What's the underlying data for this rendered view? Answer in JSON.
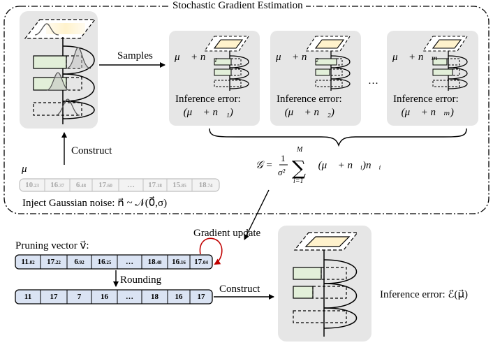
{
  "title": "Stochastic Gradient Estimation",
  "labels": {
    "samples": "Samples",
    "construct_top": "Construct",
    "construct_bottom": "Construct",
    "rounding": "Rounding",
    "gradient_update": "Gradient update",
    "pruning_vector": "Pruning vector v⃗:",
    "mu": "μ⃗",
    "inject": "Inject Gaussian noise: n⃗ ~ 𝒩(0⃗,σ)",
    "ellipsis": "…",
    "final_error": "Inference error: ℰ(μ⃗)"
  },
  "samples": [
    {
      "label": "μ⃗ + n⃗₁",
      "error_title": "Inference error:",
      "error_expr": "ℰ(μ⃗ + n⃗₁)"
    },
    {
      "label": "μ⃗ + n⃗₂",
      "error_title": "Inference error:",
      "error_expr": "ℰ(μ⃗ + n⃗₂)"
    },
    {
      "label": "μ⃗ + n⃗ₘ",
      "error_title": "Inference error:",
      "error_expr": "ℰ(μ⃗ + n⃗ₘ)"
    }
  ],
  "formula": {
    "lhs": "𝒢 =",
    "numerator": "1",
    "denominator": "σ²",
    "sum_upper": "M",
    "sum_lower": "i=1",
    "body": "ℰ(μ⃗ + n⃗ᵢ)n⃗ᵢ"
  },
  "mu_vector": [
    {
      "int": "10",
      "frac": ".23"
    },
    {
      "int": "16",
      "frac": ".37"
    },
    {
      "int": "6",
      "frac": ".48"
    },
    {
      "int": "17",
      "frac": ".60"
    },
    {
      "int": "…",
      "frac": ""
    },
    {
      "int": "17",
      "frac": ".18"
    },
    {
      "int": "15",
      "frac": ".85"
    },
    {
      "int": "18",
      "frac": ".74"
    }
  ],
  "pruning_vector": [
    {
      "int": "11",
      "frac": ".02"
    },
    {
      "int": "17",
      "frac": ".22"
    },
    {
      "int": "6",
      "frac": ".92"
    },
    {
      "int": "16",
      "frac": ".25"
    },
    {
      "int": "…",
      "frac": ""
    },
    {
      "int": "18",
      "frac": ".48"
    },
    {
      "int": "16",
      "frac": ".16"
    },
    {
      "int": "17",
      "frac": ".04"
    }
  ],
  "rounded_vector": [
    "11",
    "17",
    "7",
    "16",
    "…",
    "18",
    "16",
    "17"
  ],
  "colors": {
    "panel": "#e6e6e6",
    "layer_green": "#e2efd9",
    "feature_yellow": "#fff2cc",
    "vector_blue": "#dae3f3",
    "arrow_red": "#c00000"
  }
}
